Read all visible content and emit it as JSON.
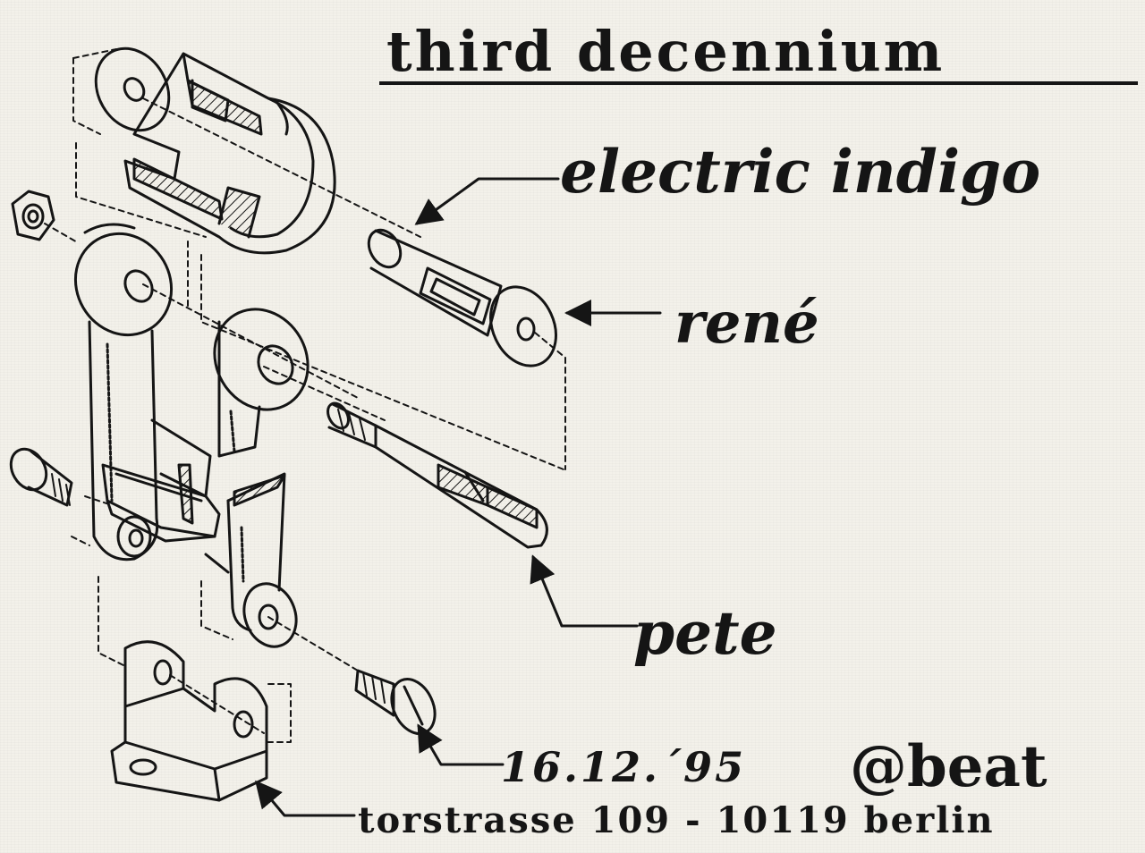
{
  "card": {
    "title": "third decennium",
    "labels": {
      "electric_indigo": "electric indigo",
      "rene": "rené",
      "pete": "pete"
    },
    "event": {
      "date": "16.12.´95",
      "venue": "@beat",
      "address": "torstrasse 109 - 10119 berlin"
    },
    "colors": {
      "ink": "#151515",
      "paper": "#f3f1ea"
    }
  }
}
